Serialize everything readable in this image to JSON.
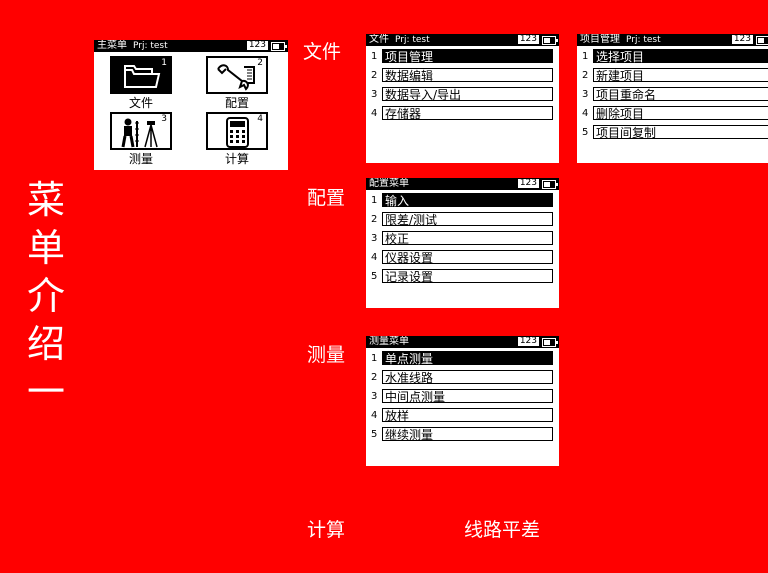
{
  "vertical_title": [
    "菜",
    "单",
    "介",
    "绍",
    "一"
  ],
  "labels": {
    "file": "文件",
    "config": "配置",
    "measure": "测量",
    "calc": "计算",
    "route": "线路平差"
  },
  "main_menu": {
    "title": "主菜单",
    "prj": "Prj: test",
    "num": "123",
    "items": [
      {
        "n": "1",
        "caption": "文件",
        "icon": "folder-icon",
        "selected": true
      },
      {
        "n": "2",
        "caption": "配置",
        "icon": "wrench-icon",
        "selected": false
      },
      {
        "n": "3",
        "caption": "测量",
        "icon": "surveyor-icon",
        "selected": false
      },
      {
        "n": "4",
        "caption": "计算",
        "icon": "calculator-icon",
        "selected": false
      }
    ]
  },
  "file_menu": {
    "title": "文件",
    "prj": "Prj: test",
    "num": "123",
    "items": [
      {
        "n": "1",
        "label": "项目管理",
        "selected": true
      },
      {
        "n": "2",
        "label": "数据编辑",
        "selected": false
      },
      {
        "n": "3",
        "label": "数据导入/导出",
        "selected": false
      },
      {
        "n": "4",
        "label": "存储器",
        "selected": false
      }
    ]
  },
  "project_menu": {
    "title": "项目管理",
    "prj": "Prj: test",
    "num": "123",
    "items": [
      {
        "n": "1",
        "label": "选择项目",
        "selected": true
      },
      {
        "n": "2",
        "label": "新建项目",
        "selected": false
      },
      {
        "n": "3",
        "label": "项目重命名",
        "selected": false
      },
      {
        "n": "4",
        "label": "删除项目",
        "selected": false
      },
      {
        "n": "5",
        "label": "项目间复制",
        "selected": false
      }
    ]
  },
  "config_menu": {
    "title": "配置菜单",
    "num": "123",
    "items": [
      {
        "n": "1",
        "label": "输入",
        "selected": true
      },
      {
        "n": "2",
        "label": "限差/测试",
        "selected": false
      },
      {
        "n": "3",
        "label": "校正",
        "selected": false
      },
      {
        "n": "4",
        "label": "仪器设置",
        "selected": false
      },
      {
        "n": "5",
        "label": "记录设置",
        "selected": false
      }
    ]
  },
  "measure_menu": {
    "title": "测量菜单",
    "num": "123",
    "items": [
      {
        "n": "1",
        "label": "单点测量",
        "selected": true
      },
      {
        "n": "2",
        "label": "水准线路",
        "selected": false
      },
      {
        "n": "3",
        "label": "中间点测量",
        "selected": false
      },
      {
        "n": "4",
        "label": "放样",
        "selected": false
      },
      {
        "n": "5",
        "label": "继续测量",
        "selected": false
      }
    ]
  }
}
